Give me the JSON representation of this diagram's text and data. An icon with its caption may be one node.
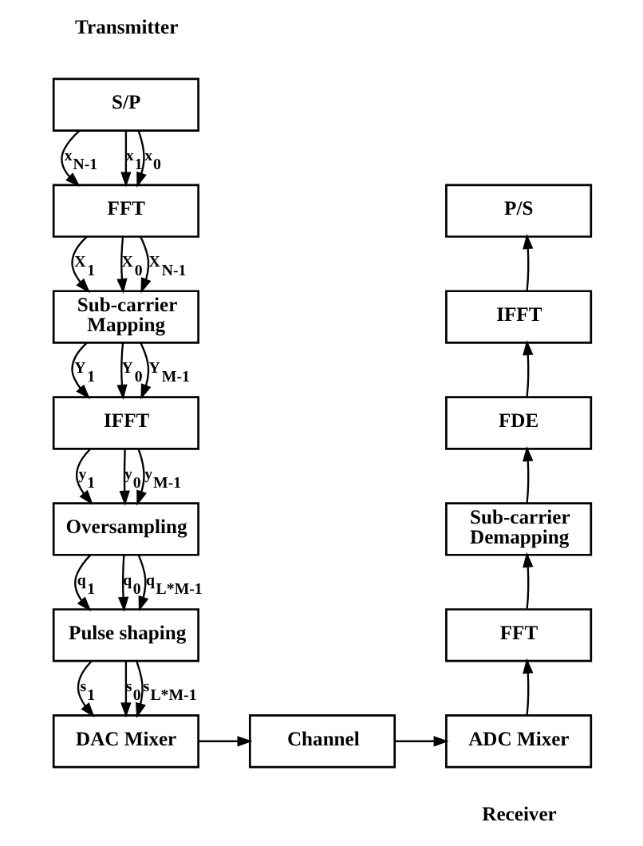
{
  "diagram": {
    "nodes": [
      {
        "text": [
          "S/P"
        ],
        "beside": [
          "Transmitter"
        ]
      },
      {
        "text": [
          "FFT"
        ]
      },
      {
        "text": [
          "Sub-carrier Mapping"
        ]
      },
      {
        "text": [
          "IFFT"
        ]
      },
      {
        "text": [
          "Oversampling"
        ]
      },
      {
        "text": [
          "Pulse shaping"
        ]
      },
      {
        "text": [
          "DAC Mixer"
        ]
      },
      {
        "text": [
          "Channel"
        ]
      },
      {
        "text": [
          "ADC Mixer"
        ],
        "beside": [
          "Receiver"
        ]
      },
      {
        "text": [
          "FFT"
        ]
      },
      {
        "text": [
          "Sub-carrier Demapping"
        ]
      },
      {
        "text": [
          "FDE"
        ]
      },
      {
        "text": [
          "IFFT"
        ]
      },
      {
        "text": [
          "P/S"
        ]
      }
    ],
    "edges": [
      {
        "from": 0,
        "to": 1,
        "arrow": "to",
        "label": "x$_{N-1}$"
      },
      {
        "from": 0,
        "to": 1,
        "arrow": "to",
        "label": "x$_{1}$"
      },
      {
        "from": 0,
        "to": 1,
        "arrow": "to",
        "label": "x$_{0}$"
      },
      {
        "from": 1,
        "to": 2,
        "arrow": "to",
        "label": "X$_{N-1}$"
      },
      {
        "from": 1,
        "to": 2,
        "arrow": "to",
        "label": "X$_{1}$"
      },
      {
        "from": 1,
        "to": 2,
        "arrow": "to",
        "label": "X$_{0}$"
      },
      {
        "from": 2,
        "to": 3,
        "arrow": "to",
        "label": "Y$_{M-1}$"
      },
      {
        "from": 2,
        "to": 3,
        "arrow": "to",
        "label": "Y$_{1}$"
      },
      {
        "from": 2,
        "to": 3,
        "arrow": "to",
        "label": "Y$_{0}$"
      },
      {
        "from": 3,
        "to": 4,
        "arrow": "to",
        "label": "y$_{M-1}$"
      },
      {
        "from": 3,
        "to": 4,
        "arrow": "to",
        "label": "y$_{1}$"
      },
      {
        "from": 3,
        "to": 4,
        "arrow": "to",
        "label": "y$_{0}$"
      },
      {
        "from": 4,
        "to": 5,
        "arrow": "to",
        "label": "q$_{L*M-1}$"
      },
      {
        "from": 4,
        "to": 5,
        "arrow": "to",
        "label": "q$_{1}$"
      },
      {
        "from": 4,
        "to": 5,
        "arrow": "to",
        "label": "q$_{0}$"
      },
      {
        "from": 5,
        "to": 6,
        "arrow": "to",
        "label": "s$_{L*M-1}$"
      },
      {
        "from": 5,
        "to": 6,
        "arrow": "to",
        "label": "s$_{1}$"
      },
      {
        "from": 5,
        "to": 6,
        "arrow": "to",
        "label": "s$_{0}$"
      },
      {
        "from": 6,
        "to": 7,
        "arrow": "to"
      },
      {
        "from": 7,
        "to": 8,
        "arrow": "to"
      },
      {
        "from": 8,
        "to": 9,
        "arrow": "to"
      },
      {
        "from": 9,
        "to": 10,
        "arrow": "to"
      },
      {
        "from": 10,
        "to": 11,
        "arrow": "to"
      },
      {
        "from": 11,
        "to": 12,
        "arrow": "to"
      },
      {
        "from": 12,
        "to": 13,
        "arrow": "to"
      }
    ]
  }
}
